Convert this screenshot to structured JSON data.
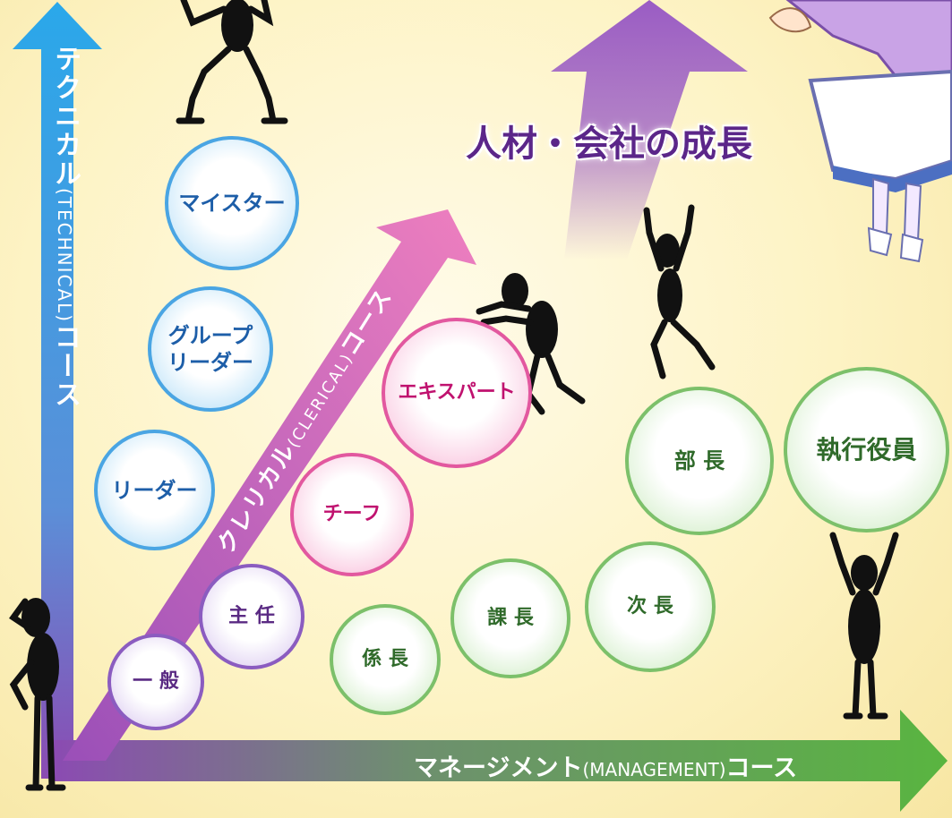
{
  "technical_course": {
    "main": "テクニカル",
    "sub": "(TECHNICAL)",
    "suffix": "コース"
  },
  "clerical_course": {
    "main": "クレリカル",
    "sub": "(CLERICAL)",
    "suffix": "コース"
  },
  "management_course": {
    "main": "マネージメント",
    "sub": "(MANAGEMENT)",
    "suffix": "コース"
  },
  "growth_label": "人材・会社の成長",
  "technical_positions": {
    "meister": "マイスター",
    "group_leader": "グループ\nリーダー",
    "leader": "リーダー"
  },
  "clerical_positions": {
    "general": "一 般",
    "chief_staff": "主 任",
    "chief": "チーフ",
    "expert": "エキスパート"
  },
  "management_positions": {
    "subsection_chief": "係 長",
    "section_chief": "課 長",
    "deputy_manager": "次 長",
    "department_head": "部 長",
    "executive_officer": "執行役員"
  },
  "colors": {
    "technical": "#3aa6e6",
    "clerical": "#e070b4",
    "management": "#5aa83e",
    "growth": "#9a5cc4",
    "origin": "#8b4bb2"
  },
  "figures": [
    "stick-figure-technical-top",
    "stick-figure-origin",
    "stick-figure-pushing",
    "stick-figure-jumping",
    "stick-figure-lifting",
    "mascot-girl"
  ]
}
